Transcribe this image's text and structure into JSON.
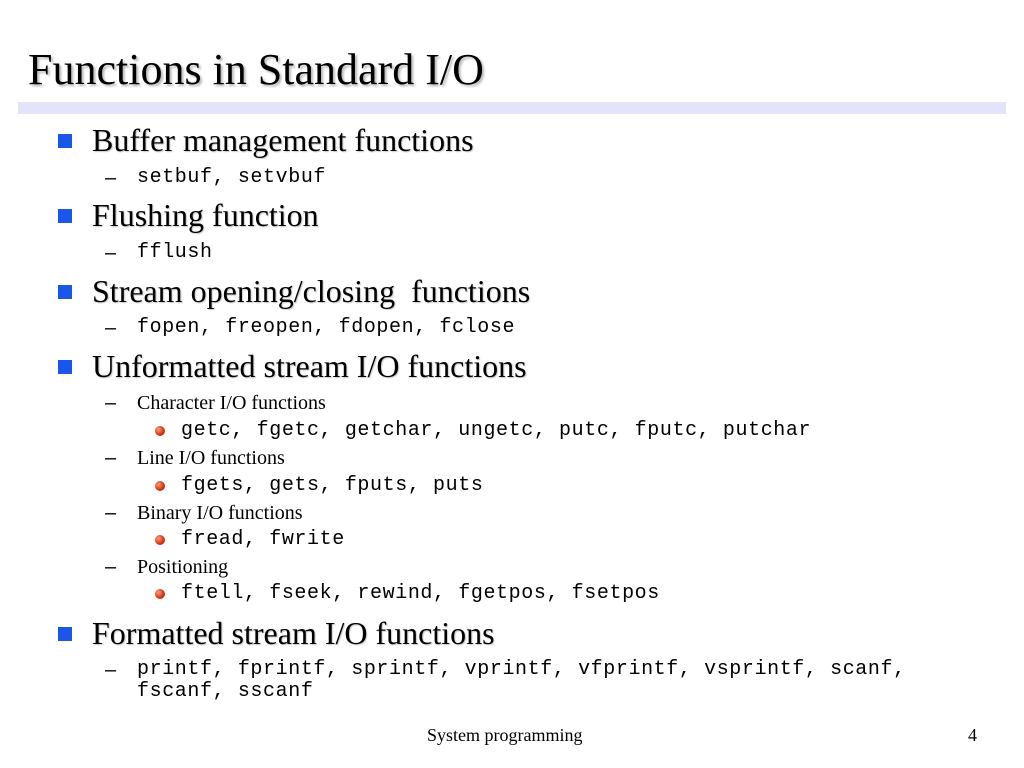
{
  "slide": {
    "title": "Functions in Standard I/O",
    "sections": [
      {
        "heading": "Buffer management functions",
        "items": [
          {
            "text": "setbuf, setvbuf"
          }
        ]
      },
      {
        "heading": "Flushing function",
        "items": [
          {
            "text": "fflush"
          }
        ]
      },
      {
        "heading": "Stream opening/closing  functions",
        "items": [
          {
            "text": "fopen, freopen, fdopen, fclose"
          }
        ]
      },
      {
        "heading": "Unformatted stream I/O functions",
        "items": [
          {
            "text": "Character I/O functions",
            "sub": "getc, fgetc, getchar, ungetc, putc, fputc, putchar"
          },
          {
            "text": "Line I/O functions",
            "sub": "fgets, gets, fputs, puts"
          },
          {
            "text": "Binary I/O functions",
            "sub": "fread, fwrite"
          },
          {
            "text": "Positioning",
            "sub": "ftell, fseek, rewind, fgetpos, fsetpos"
          }
        ]
      },
      {
        "heading": "Formatted stream I/O functions",
        "items": [
          {
            "text": "printf, fprintf, sprintf, vprintf, vfprintf, vsprintf, scanf, fscanf, sscanf"
          }
        ]
      }
    ],
    "bullet_glyph": "–",
    "footer": {
      "text": "System programming",
      "page_number": "4"
    },
    "colors": {
      "bullet_square": "#1a56ea",
      "rule": "#e3e3fa",
      "sub_bullet": "#d43a14"
    }
  }
}
